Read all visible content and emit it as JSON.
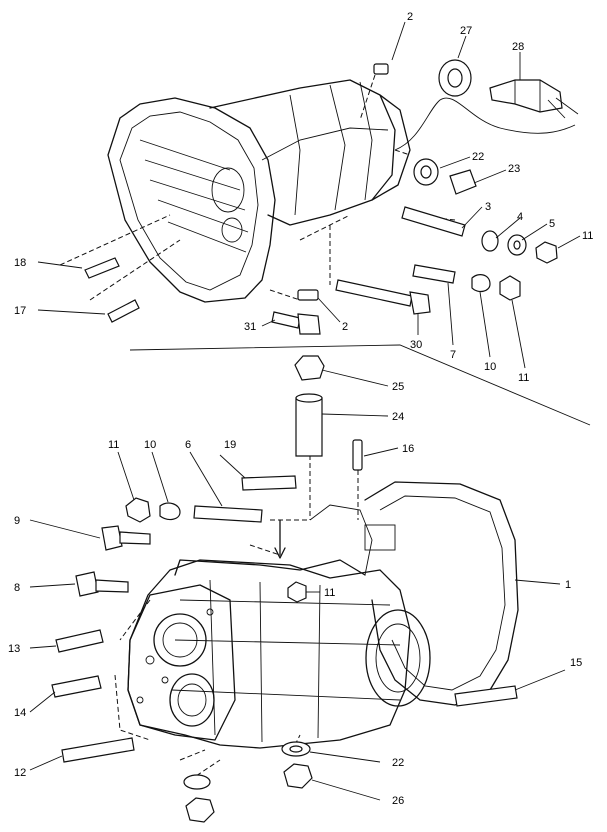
{
  "labels": {
    "l2a": "2",
    "l27": "27",
    "l28": "28",
    "l22a": "22",
    "l23": "23",
    "l3": "3",
    "l4": "4",
    "l5": "5",
    "l11a": "11",
    "l18": "18",
    "l17": "17",
    "l31": "31",
    "l2b": "2",
    "l30": "30",
    "l7": "7",
    "l10a": "10",
    "l11b": "11",
    "l25": "25",
    "l24": "24",
    "l16": "16",
    "l11c": "11",
    "l10b": "10",
    "l6": "6",
    "l19": "19",
    "l9": "9",
    "l1": "1",
    "l8": "8",
    "l11d": "11",
    "l13": "13",
    "l15": "15",
    "l14": "14",
    "l12": "12",
    "l22b": "22",
    "l26": "26"
  }
}
